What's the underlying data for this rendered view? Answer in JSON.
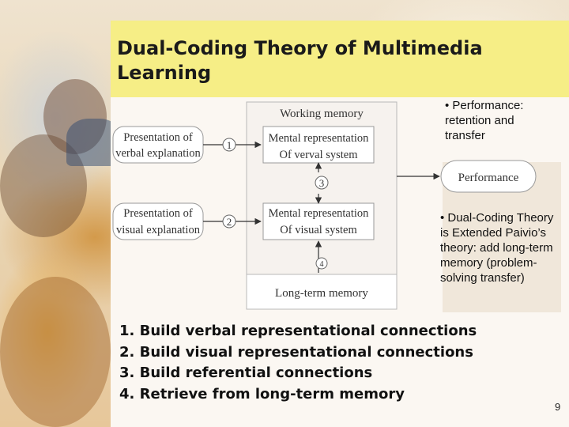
{
  "slide": {
    "title": "Dual-Coding Theory of Multimedia Learning",
    "page_number": "9"
  },
  "diagram": {
    "working_memory_label": "Working memory",
    "input_verbal_line1": "Presentation of",
    "input_verbal_line2": "verbal explanation",
    "input_visual_line1": "Presentation of",
    "input_visual_line2": "visual explanation",
    "mental_verbal_line1": "Mental representation",
    "mental_verbal_line2": "Of verval system",
    "mental_visual_line1": "Mental representation",
    "mental_visual_line2": "Of visual system",
    "long_term_memory": "Long-term memory",
    "performance": "Performance",
    "step1": "1",
    "step2": "2",
    "step3": "3",
    "step4": "4"
  },
  "notes": {
    "bullet_performance": "• Performance: retention and transfer",
    "bullet_dual_coding": "• Dual-Coding Theory is Extended Paivio’s theory: add long-term memory (problem-solving transfer)"
  },
  "steps": [
    "1. Build verbal representational connections",
    "2. Build visual representational connections",
    "3. Build referential connections",
    "4. Retrieve from long-term memory"
  ]
}
